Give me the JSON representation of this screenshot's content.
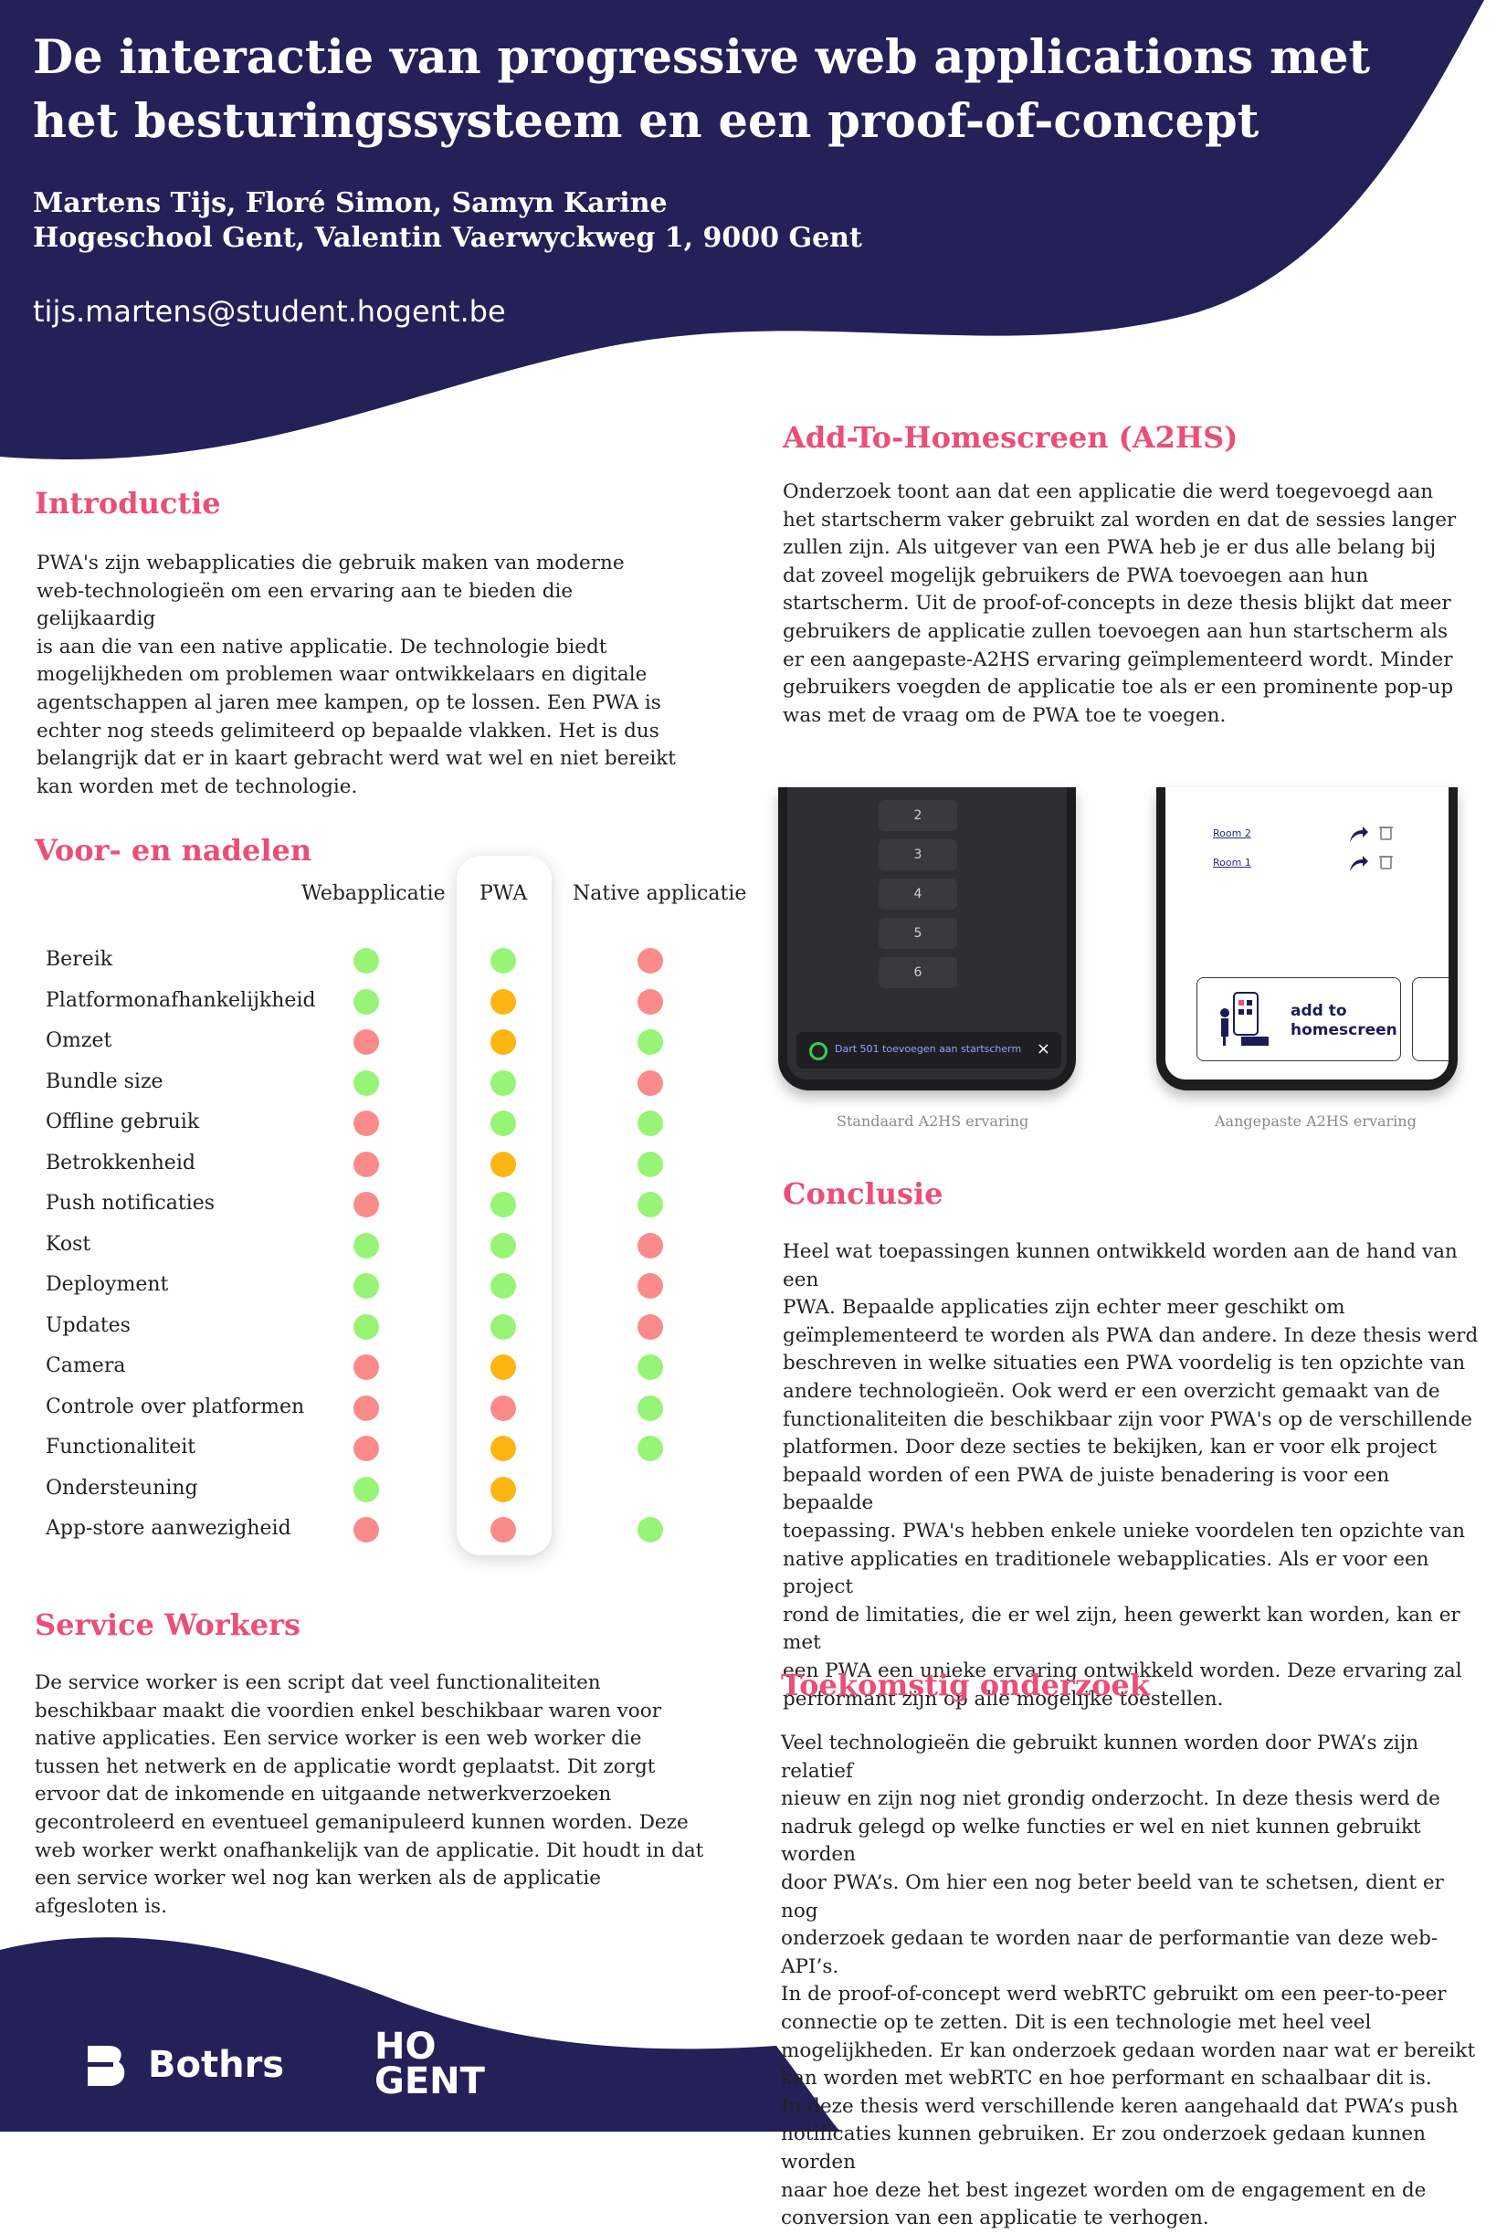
{
  "header": {
    "title_line1": "De interactie van progressive web applications met",
    "title_line2": "het besturingssysteem en een proof-of-concept",
    "authors_line1": "Martens Tijs, Floré Simon, Samyn Karine",
    "authors_line2": "Hogeschool Gent, Valentin Vaerwyckweg 1, 9000 Gent",
    "email": "tijs.martens@student.hogent.be"
  },
  "colors": {
    "navy": "#232157",
    "accent": "#e94f77",
    "green": "#98f476",
    "orange": "#fcb614",
    "red": "#fb8b8b"
  },
  "intro": {
    "heading": "Introductie",
    "text": "PWA's zijn webapplicaties die gebruik maken van moderne\nweb-technologieën om een ervaring aan te bieden die gelijkaardig\nis aan die van een native applicatie. De technologie biedt\nmogelijkheden om problemen waar ontwikkelaars en digitale\nagentschappen al jaren mee kampen, op te lossen.  Een PWA is\nechter nog steeds gelimiteerd op bepaalde vlakken. Het is dus\nbelangrijk dat er in kaart gebracht werd wat wel en niet bereikt\nkan worden met de technologie."
  },
  "comparison": {
    "heading": "Voor- en nadelen",
    "columns": [
      "Webapplicatie",
      "PWA",
      "Native applicatie"
    ],
    "rows": [
      {
        "label": "Bereik",
        "values": [
          "green",
          "green",
          "red"
        ]
      },
      {
        "label": "Platformonafhankelijkheid",
        "values": [
          "green",
          "orange",
          "red"
        ]
      },
      {
        "label": "Omzet",
        "values": [
          "red",
          "orange",
          "green"
        ]
      },
      {
        "label": "Bundle size",
        "values": [
          "green",
          "green",
          "red"
        ]
      },
      {
        "label": "Offline gebruik",
        "values": [
          "red",
          "green",
          "green"
        ]
      },
      {
        "label": "Betrokkenheid",
        "values": [
          "red",
          "orange",
          "green"
        ]
      },
      {
        "label": "Push notificaties",
        "values": [
          "red",
          "green",
          "green"
        ]
      },
      {
        "label": "Kost",
        "values": [
          "green",
          "green",
          "red"
        ]
      },
      {
        "label": "Deployment",
        "values": [
          "green",
          "green",
          "red"
        ]
      },
      {
        "label": "Updates",
        "values": [
          "green",
          "green",
          "red"
        ]
      },
      {
        "label": "Camera",
        "values": [
          "red",
          "orange",
          "green"
        ]
      },
      {
        "label": "Controle over platformen",
        "values": [
          "red",
          "red",
          "green"
        ]
      },
      {
        "label": "Functionaliteit",
        "values": [
          "red",
          "orange",
          "green"
        ]
      },
      {
        "label": "Ondersteuning",
        "values": [
          "green",
          "orange",
          null
        ]
      },
      {
        "label": "App-store aanwezigheid",
        "values": [
          "red",
          "red",
          "green"
        ]
      }
    ]
  },
  "service_workers": {
    "heading": "Service Workers",
    "text": "De service worker is een script dat veel functionaliteiten\nbeschikbaar maakt die voordien enkel beschikbaar waren voor\nnative applicaties. Een service worker is een web worker die\ntussen het netwerk en de applicatie wordt geplaatst. Dit zorgt\nervoor dat de inkomende en uitgaande netwerkverzoeken\ngecontroleerd en eventueel gemanipuleerd kunnen worden. Deze\nweb worker werkt onafhankelijk van de applicatie. Dit houdt in dat\neen service worker wel nog kan werken als de applicatie\nafgesloten is."
  },
  "a2hs": {
    "heading": "Add-To-Homescreen (A2HS)",
    "text": "Onderzoek toont aan dat een applicatie die werd toegevoegd aan\nhet startscherm vaker gebruikt zal worden en dat de sessies langer\nzullen zijn. Als uitgever van een PWA heb je er dus alle belang bij\ndat zoveel mogelijk gebruikers de PWA toevoegen aan hun\nstartscherm. Uit de proof-of-concepts in deze thesis blijkt dat meer\ngebruikers de applicatie zullen toevoegen aan hun startscherm als\ner een aangepaste-A2HS ervaring geïmplementeerd wordt. Minder\ngebruikers voegden de applicatie toe als er een prominente pop-up\nwas met de vraag om de PWA toe te voegen.",
    "phone1": {
      "buttons": [
        "2",
        "3",
        "4",
        "5",
        "6"
      ],
      "toast": "Dart 501 toevoegen aan startscherm",
      "close": "×",
      "caption": "Standaard A2HS ervaring"
    },
    "phone2": {
      "rooms": [
        "Room 2",
        "Room 1"
      ],
      "card_line1": "add to",
      "card_line2": "homescreen",
      "caption": "Aangepaste A2HS ervaring"
    }
  },
  "conclusion": {
    "heading": "Conclusie",
    "text": "Heel wat toepassingen kunnen ontwikkeld worden aan de hand van een\nPWA. Bepaalde applicaties zijn echter meer geschikt om\ngeïmplementeerd te worden als PWA dan andere. In deze thesis werd\nbeschreven in welke situaties een PWA voordelig is ten opzichte van\nandere technologieën. Ook werd er een overzicht gemaakt van de\nfunctionaliteiten die beschikbaar zijn voor PWA's op de verschillende\nplatformen. Door deze secties te bekijken, kan er voor elk project\nbepaald worden of een PWA de juiste benadering is voor een bepaalde\ntoepassing. PWA's hebben enkele unieke voordelen ten opzichte van\nnative applicaties en traditionele webapplicaties. Als er voor een project\nrond de limitaties, die er wel zijn, heen gewerkt kan worden, kan er met\neen PWA een unieke ervaring ontwikkeld worden. Deze ervaring zal\nperformant zijn op alle mogelijke toestellen."
  },
  "future": {
    "heading": "Toekomstig onderzoek",
    "text": "Veel technologieën die gebruikt kunnen worden door PWA’s zijn relatief\nnieuw en zijn nog niet grondig onderzocht. In deze thesis werd de\nnadruk gelegd op welke functies er wel en niet kunnen gebruikt worden\ndoor PWA’s. Om hier een nog beter beeld van te schetsen, dient er nog\nonderzoek gedaan te worden naar de performantie van deze web-API’s.\nIn de proof-of-concept werd webRTC gebruikt om een peer-to-peer\nconnectie op te zetten. Dit is een technologie met heel veel\nmogelijkheden. Er kan onderzoek gedaan worden naar wat er bereikt\nkan worden met webRTC en hoe performant en schaalbaar dit is.\nIn deze thesis werd verschillende keren aangehaald dat PWA’s push\nnotificaties kunnen gebruiken. Er zou onderzoek gedaan kunnen worden\nnaar hoe deze het best ingezet worden om de engagement en de\nconversion van een applicatie te verhogen."
  },
  "footer": {
    "logo1": "Bothrs",
    "logo2_line1": "HO",
    "logo2_line2": "GENT"
  }
}
